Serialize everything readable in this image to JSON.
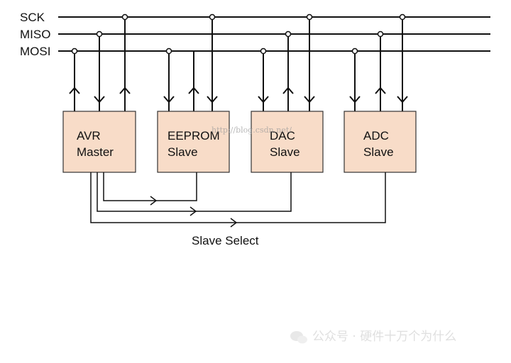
{
  "buses": [
    "SCK",
    "MISO",
    "MOSI"
  ],
  "boxes": [
    {
      "line1": "AVR",
      "line2": "Master"
    },
    {
      "line1": "EEPROM",
      "line2": "Slave"
    },
    {
      "line1": "DAC",
      "line2": "Slave"
    },
    {
      "line1": "ADC",
      "line2": "Slave"
    }
  ],
  "caption": "Slave Select",
  "watermark": "http://blog.csdn.net/",
  "footer_watermark": "公众号 · 硬件十万个为什么",
  "colors": {
    "box_fill": "#f8dcc8",
    "line": "#111111"
  }
}
